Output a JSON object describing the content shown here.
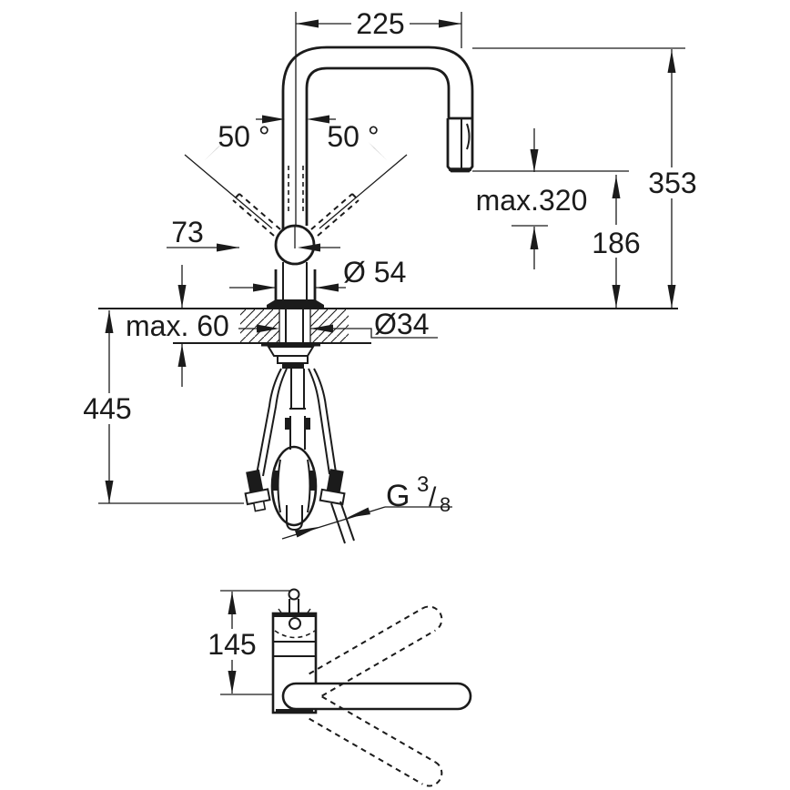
{
  "drawing": {
    "description": "Kitchen faucet installation dimension drawing, front view and top view",
    "colors": {
      "line": "#1b1b1b",
      "background": "#ffffff"
    },
    "labels": {
      "spout_width": "225",
      "swivel_left": "50 °",
      "swivel_right": "50 °",
      "lever_offset": "73",
      "base_diameter": "Ø 54",
      "pullout_extension": "max.320",
      "total_height": "353",
      "outlet_height": "186",
      "deck_thickness": "max. 60",
      "hole_diameter": "Ø34",
      "below_deck_length": "445",
      "lever_length": "145",
      "thread_g": "G",
      "thread_sup": "3",
      "thread_slash": "/",
      "thread_sub": "8"
    }
  }
}
